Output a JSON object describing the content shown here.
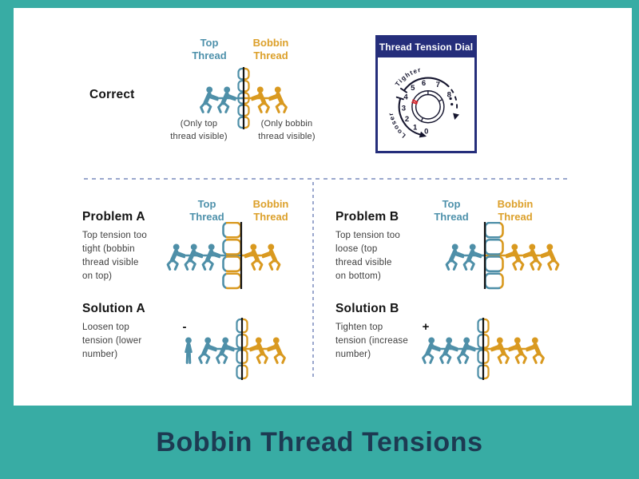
{
  "frame": {
    "footer_title": "Bobbin Thread Tensions"
  },
  "colors": {
    "frame_teal": "#38aca4",
    "title_navy": "#1d3a52",
    "top_thread": "#4e8fa8",
    "bobbin_thread": "#d9991f",
    "needle_black": "#151515",
    "dial_navy": "#252e7b",
    "dial_ink": "#15152e",
    "marker_red": "#d8232a",
    "divider_blue": "#9aa7cd"
  },
  "thread_labels": {
    "top": "Top\nThread",
    "bobbin": "Bobbin\nThread"
  },
  "sections": {
    "correct": {
      "heading": "Correct",
      "caption_left": "(Only top\nthread visible)",
      "caption_right": "(Only bobbin\nthread visible)",
      "scene": {
        "left_pullers": 2,
        "right_pullers": 2,
        "left_standing": 0,
        "sign": "",
        "loops": 5,
        "loop_style": "small",
        "loop_align": "center"
      }
    },
    "problem_a": {
      "heading": "Problem A",
      "body": "Top tension too\ntight (bobbin\nthread visible\non top)",
      "scene": {
        "left_pullers": 3,
        "right_pullers": 2,
        "left_standing": 0,
        "sign": "",
        "loops": 4,
        "loop_style": "large",
        "loop_align": "left"
      }
    },
    "solution_a": {
      "heading": "Solution A",
      "body": "Loosen top\ntension (lower\nnumber)",
      "scene": {
        "left_pullers": 2,
        "right_pullers": 2,
        "left_standing": 1,
        "sign": "-",
        "loops": 4,
        "loop_style": "small",
        "loop_align": "center"
      }
    },
    "problem_b": {
      "heading": "Problem B",
      "body": "Top tension too\nloose (top\nthread visible\non bottom)",
      "scene": {
        "left_pullers": 2,
        "right_pullers": 3,
        "left_standing": 0,
        "sign": "",
        "loops": 4,
        "loop_style": "large",
        "loop_align": "right"
      }
    },
    "solution_b": {
      "heading": "Solution B",
      "body": "Tighten top\ntension (increase\nnumber)",
      "scene": {
        "left_pullers": 3,
        "right_pullers": 3,
        "left_standing": 0,
        "sign": "+",
        "loops": 4,
        "loop_style": "small",
        "loop_align": "center"
      }
    }
  },
  "dial": {
    "title": "Thread Tension Dial",
    "numbers": [
      "0",
      "1",
      "2",
      "3",
      "4",
      "5",
      "6",
      "7",
      "8"
    ],
    "tighter_label": "Tighter",
    "looser_label": "Looser",
    "marked_number": "4"
  }
}
